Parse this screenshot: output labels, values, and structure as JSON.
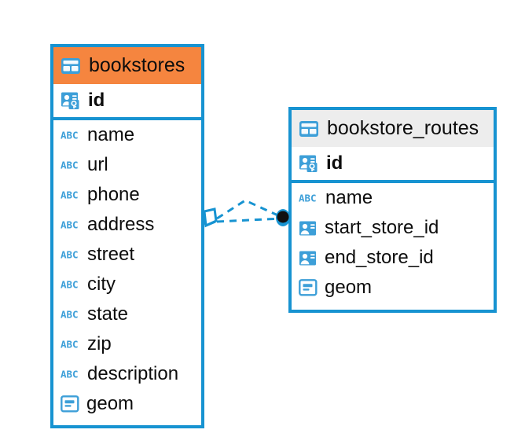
{
  "diagram": {
    "type": "entity-relationship-diagram",
    "background_color": "#ffffff",
    "accent_color": "#1793d1",
    "highlight_color": "#f5853f",
    "neutral_header_color": "#ededed"
  },
  "entities": [
    {
      "name": "bookstores",
      "header_icon": "table-icon",
      "header_style": "accent",
      "attributes": [
        {
          "name": "id",
          "icon": "primary-key-icon",
          "bold": true,
          "is_key": true
        },
        {
          "name": "name",
          "icon": "abc-text-icon",
          "bold": false,
          "is_key": false
        },
        {
          "name": "url",
          "icon": "abc-text-icon",
          "bold": false,
          "is_key": false
        },
        {
          "name": "phone",
          "icon": "abc-text-icon",
          "bold": false,
          "is_key": false
        },
        {
          "name": "address",
          "icon": "abc-text-icon",
          "bold": false,
          "is_key": false
        },
        {
          "name": "street",
          "icon": "abc-text-icon",
          "bold": false,
          "is_key": false
        },
        {
          "name": "city",
          "icon": "abc-text-icon",
          "bold": false,
          "is_key": false
        },
        {
          "name": "state",
          "icon": "abc-text-icon",
          "bold": false,
          "is_key": false
        },
        {
          "name": "zip",
          "icon": "abc-text-icon",
          "bold": false,
          "is_key": false
        },
        {
          "name": "description",
          "icon": "abc-text-icon",
          "bold": false,
          "is_key": false
        },
        {
          "name": "geom",
          "icon": "geometry-icon",
          "bold": false,
          "is_key": false
        }
      ]
    },
    {
      "name": "bookstore_routes",
      "header_icon": "table-icon",
      "header_style": "neutral",
      "attributes": [
        {
          "name": "id",
          "icon": "primary-key-icon",
          "bold": true,
          "is_key": true
        },
        {
          "name": "name",
          "icon": "abc-text-icon",
          "bold": false,
          "is_key": false
        },
        {
          "name": "start_store_id",
          "icon": "foreign-key-icon",
          "bold": false,
          "is_key": false
        },
        {
          "name": "end_store_id",
          "icon": "foreign-key-icon",
          "bold": false,
          "is_key": false
        },
        {
          "name": "geom",
          "icon": "geometry-icon",
          "bold": false,
          "is_key": false
        }
      ]
    }
  ],
  "relationship": {
    "source_entity": "bookstores",
    "target_entity": "bookstore_routes",
    "line_style": "dashed",
    "line_color": "#1793d1",
    "source_marker": "diamond-marker",
    "target_marker": "filled-circle-marker"
  }
}
